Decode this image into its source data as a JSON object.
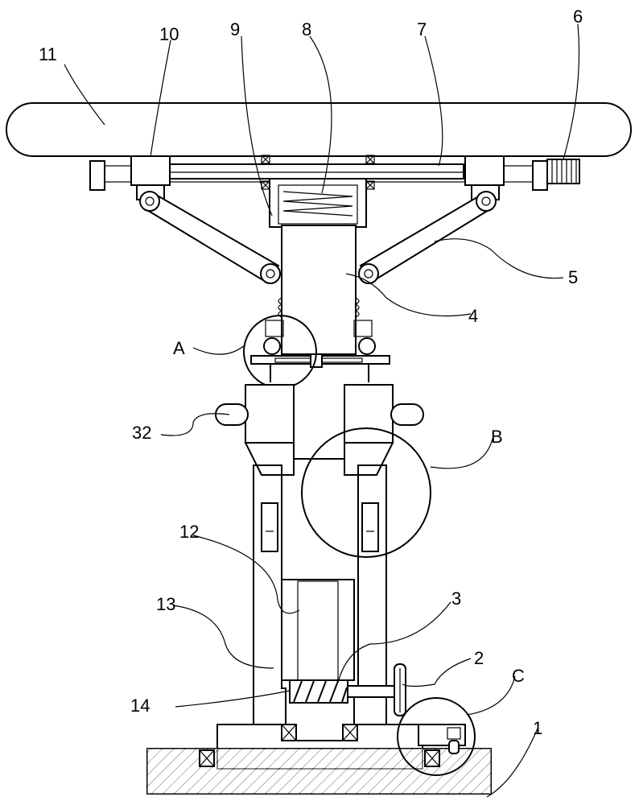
{
  "labels": {
    "l1": "1",
    "l2": "2",
    "l3": "3",
    "l4": "4",
    "l5": "5",
    "l6": "6",
    "l7": "7",
    "l8": "8",
    "l9": "9",
    "l10": "10",
    "l11": "11",
    "l12": "12",
    "l13": "13",
    "l14": "14",
    "l32": "32",
    "lA": "A",
    "lB": "B",
    "lC": "C"
  },
  "colors": {
    "line": "#000000",
    "background": "#ffffff"
  }
}
